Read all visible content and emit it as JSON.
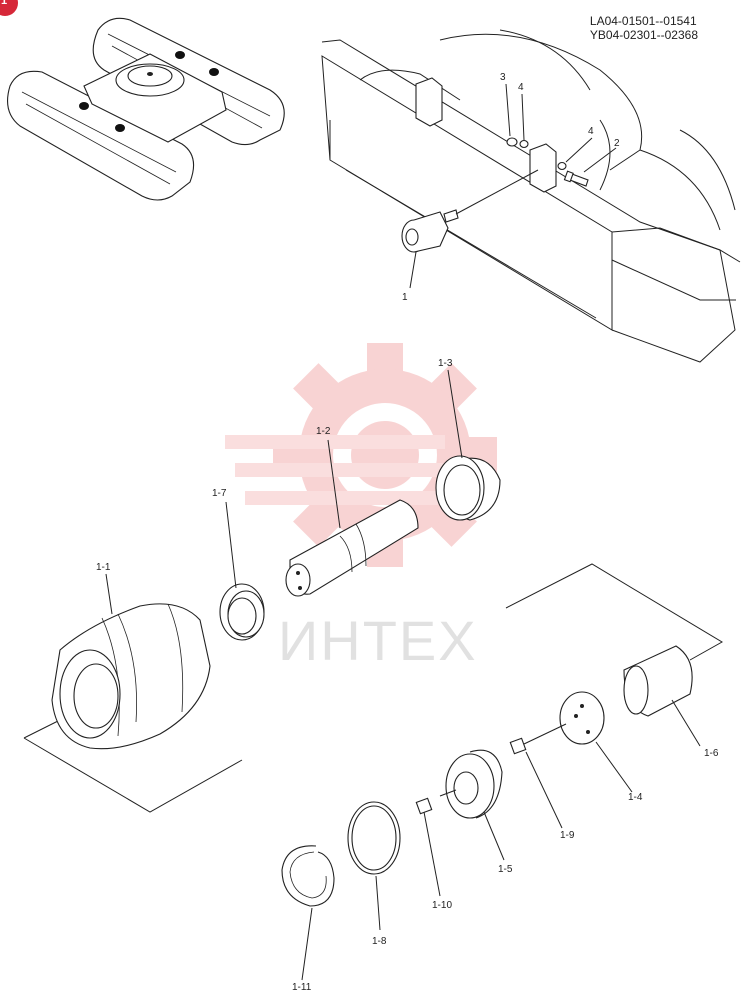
{
  "header": {
    "serial_ranges": [
      "LA04-01501--01541",
      "YB04-02301--02368"
    ],
    "badge": "1"
  },
  "watermark": {
    "text": "ИНТЕХ",
    "color": "#f3b0b0"
  },
  "callouts": {
    "upper": [
      "1",
      "2",
      "3",
      "4",
      "4"
    ],
    "exploded": [
      "1-1",
      "1-2",
      "1-3",
      "1-4",
      "1-5",
      "1-6",
      "1-7",
      "1-8",
      "1-9",
      "1-10",
      "1-11"
    ]
  },
  "icons": {
    "badge": "corner-badge",
    "logo": "gear-logo-watermark"
  }
}
